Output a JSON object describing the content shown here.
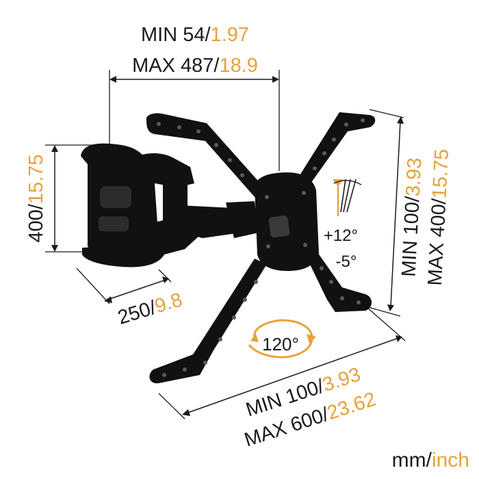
{
  "colors": {
    "ink": "#1a1a1a",
    "accent": "#e8a13a",
    "mount": "#111111",
    "hole": "#5a5a5a"
  },
  "top_width": {
    "min_mm": "MIN 54/",
    "min_inch": "1.97",
    "max_mm": "MAX 487/",
    "max_inch": "18.9"
  },
  "left_height": {
    "mm": "400/",
    "inch": "15.75"
  },
  "depth": {
    "mm": "250/",
    "inch": "9.8"
  },
  "tilt": {
    "up": "+12°",
    "down": "-5°"
  },
  "swivel": {
    "label": "120°"
  },
  "right_vesa": {
    "min_mm": "MIN 100/",
    "min_inch": "3.93",
    "max_mm": "MAX 400/",
    "max_inch": "15.75"
  },
  "bottom_vesa": {
    "min_mm": "MIN 100/",
    "min_inch": "3.93",
    "max_mm": "MAX 600/",
    "max_inch": "23.62"
  },
  "units": {
    "mm": "mm/",
    "inch": "inch"
  }
}
